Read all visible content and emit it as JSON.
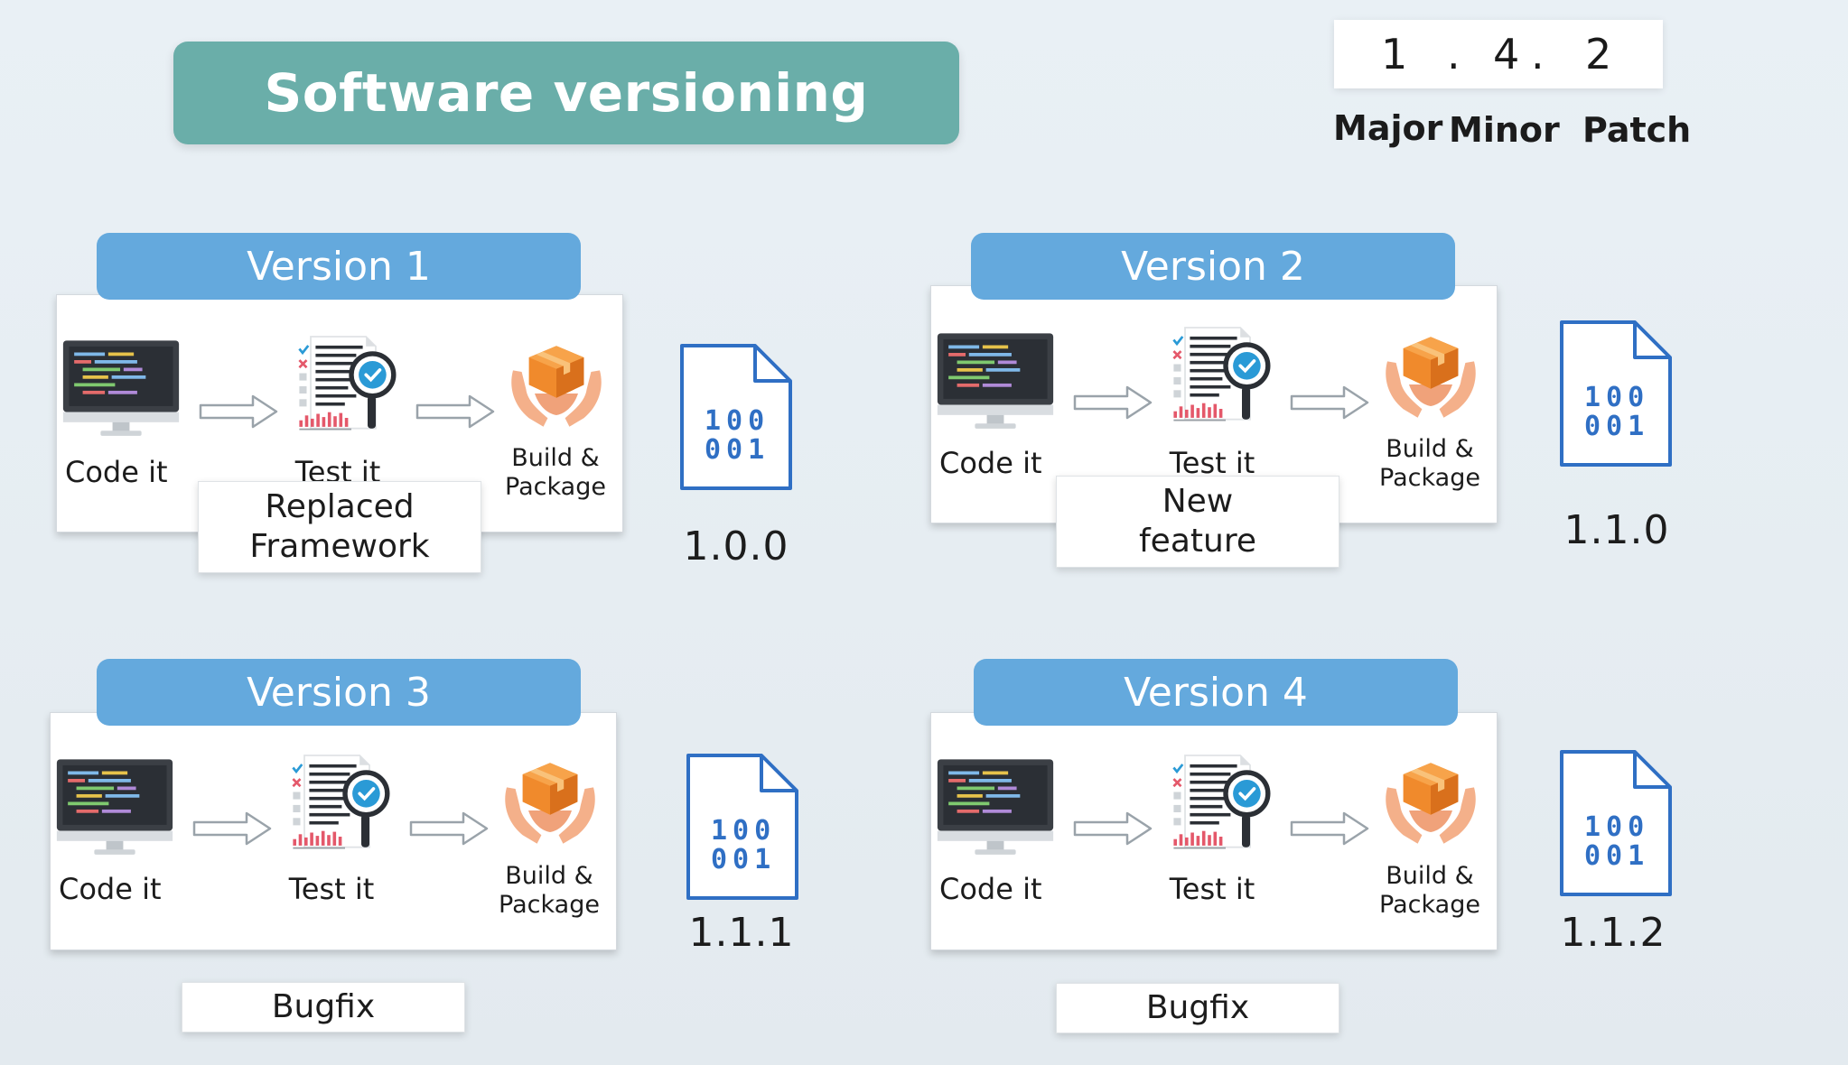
{
  "title": "Software versioning",
  "semver": {
    "major_value": "1",
    "minor_value": "4",
    "patch_value": "2",
    "separator": ".",
    "major_label": "Major",
    "minor_label": "Minor",
    "patch_label": "Patch"
  },
  "steps": {
    "code": "Code it",
    "test": "Test it",
    "build_line1": "Build &",
    "build_line2": "Package"
  },
  "binary_file": {
    "row1": "100",
    "row2": "001"
  },
  "versions": [
    {
      "header": "Version 1",
      "number": "1.0.0",
      "note_line1": "Replaced",
      "note_line2": "Framework"
    },
    {
      "header": "Version 2",
      "number": "1.1.0",
      "note_line1": "New",
      "note_line2": "feature"
    },
    {
      "header": "Version 3",
      "number": "1.1.1",
      "note_line1": "Bugfix",
      "note_line2": ""
    },
    {
      "header": "Version 4",
      "number": "1.1.2",
      "note_line1": "Bugfix",
      "note_line2": ""
    }
  ],
  "colors": {
    "title_bg": "#6aaea9",
    "header_bg": "#64a9dd",
    "file_stroke": "#2f6fc4",
    "box_orange": "#f08a2c"
  }
}
